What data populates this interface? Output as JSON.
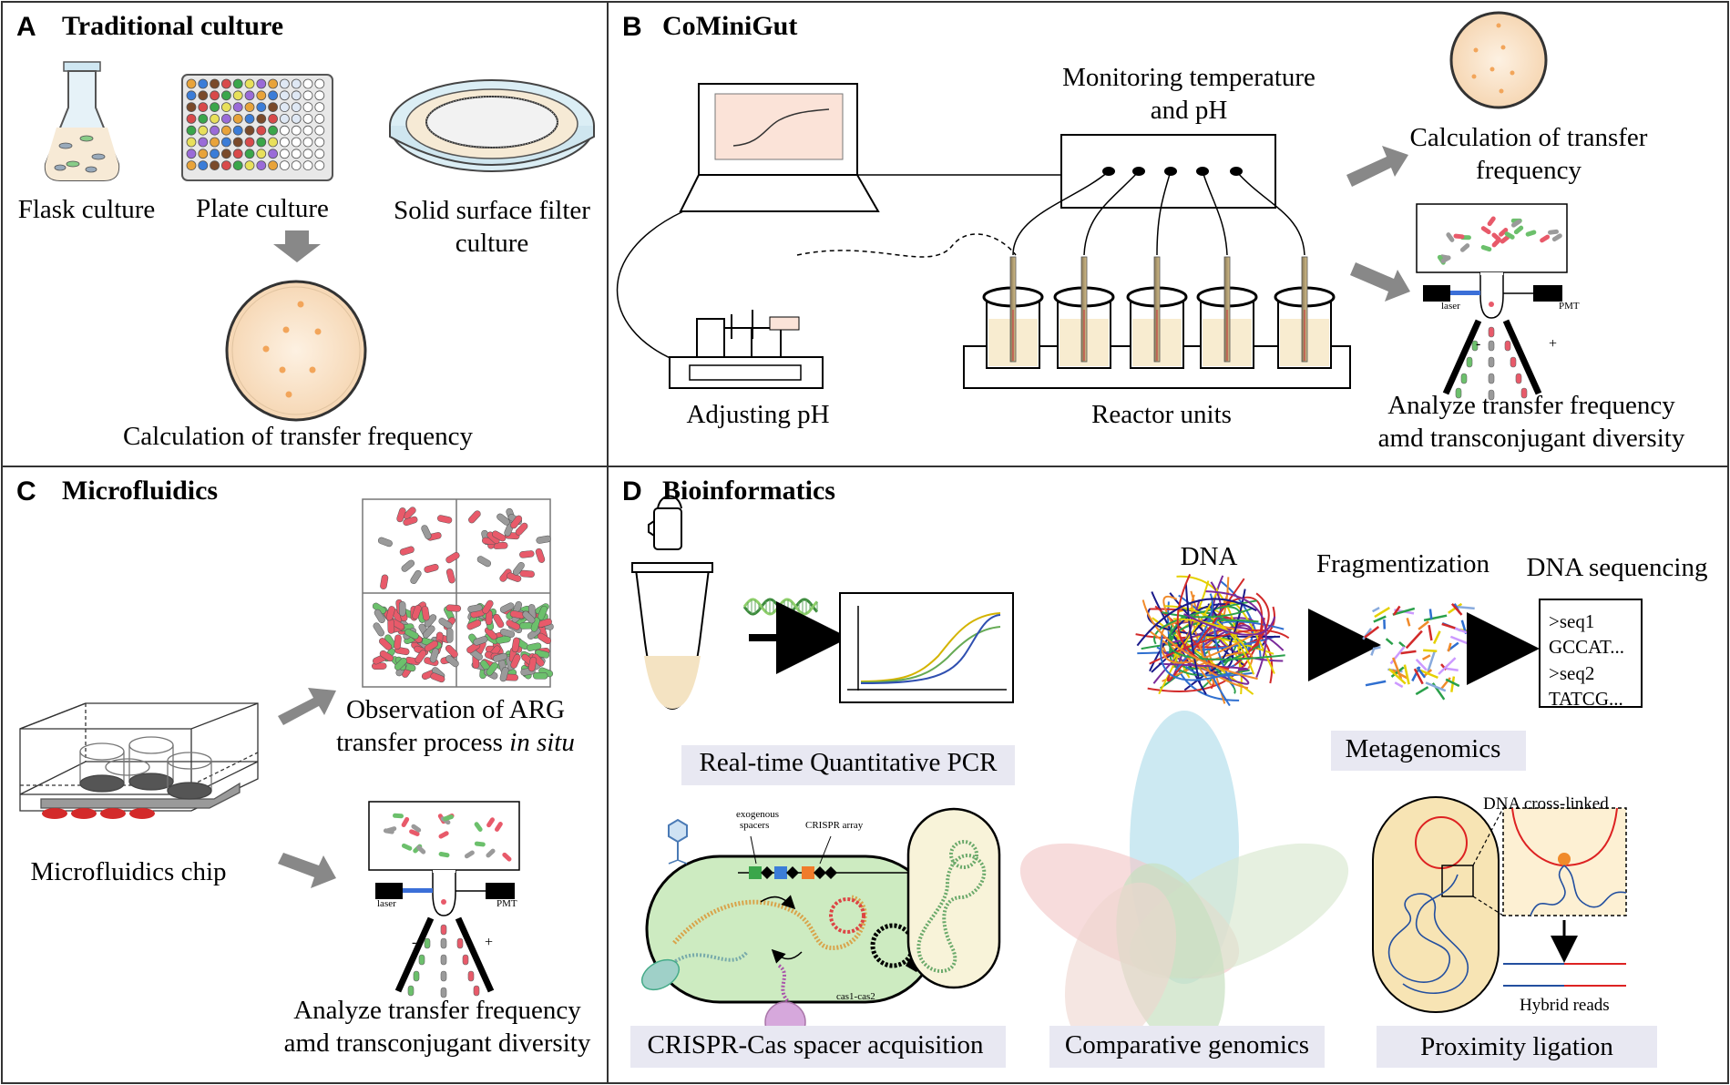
{
  "panels": {
    "a": {
      "letter": "A",
      "title": "Traditional culture",
      "flask": "Flask culture",
      "plate": "Plate culture",
      "filter_l1": "Solid surface filter",
      "filter_l2": "culture",
      "calc": "Calculation of  transfer frequency"
    },
    "b": {
      "letter": "B",
      "title": "CoMiniGut",
      "monitor_l1": "Monitoring temperature",
      "monitor_l2": "and pH",
      "adjust": "Adjusting pH",
      "reactor": "Reactor units",
      "calc_l1": "Calculation of  transfer",
      "calc_l2": "frequency",
      "laser": "laser",
      "pmt": "PMT",
      "minus": "-",
      "plus": "+",
      "analyze_l1": "Analyze transfer frequency",
      "analyze_l2": "amd transconjugant diversity"
    },
    "c": {
      "letter": "C",
      "title": "Microfluidics",
      "chip": "Microfluidics chip",
      "obs_l1": "Observation of ARG",
      "obs_l2a": "transfer process ",
      "obs_l2b": "in situ",
      "laser": "laser",
      "pmt": "PMT",
      "minus": "-",
      "plus": "+",
      "analyze_l1": "Analyze transfer frequency",
      "analyze_l2": "amd transconjugant diversity"
    },
    "d": {
      "letter": "D",
      "title": "Bioinformatics",
      "qpcr": "Real-time Quantitative PCR",
      "dna": "DNA",
      "frag": "Fragmentization",
      "seqing": "DNA sequencing",
      "seq_lines": ">seq1\nGCCAT...\n>seq2\nTATCG...",
      "meta": "Metagenomics",
      "exo_l1": "exogenous",
      "exo_l2": "spacers",
      "crispr_array": "CRISPR array",
      "cas": "cas1-cas2",
      "crispr": "CRISPR-Cas spacer acquisition",
      "comparative": "Comparative genomics",
      "crosslinked": "DNA cross-linked",
      "hybrid": "Hybrid reads",
      "proximity": "Proximity ligation"
    }
  },
  "colors": {
    "border": "#333333",
    "label_box": "#e8e8f2",
    "arrow": "#888888",
    "pink": "#e85a6a",
    "green": "#6cc06c",
    "gray": "#9a9a9a",
    "agar": "#fbe6cf",
    "colony": "#f2a55a"
  }
}
